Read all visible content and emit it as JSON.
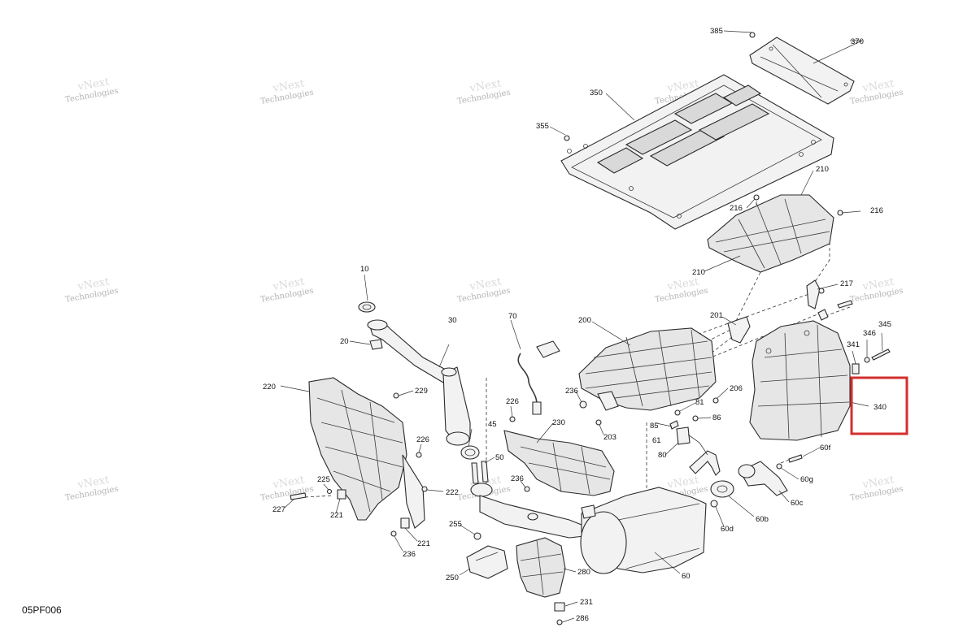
{
  "figure_code": "05PF006",
  "watermark_line1": "vNext",
  "watermark_line2": "Technologies",
  "highlight_color": "#d32f2f",
  "callouts": {
    "c385": "385",
    "c370": "370",
    "c350": "350",
    "c355": "355",
    "c210a": "210",
    "c216a": "216",
    "c216b": "216",
    "c210b": "210",
    "c10": "10",
    "c30": "30",
    "c20": "20",
    "c70": "70",
    "c200": "200",
    "c201": "201",
    "c217": "217",
    "c345": "345",
    "c346": "346",
    "c341": "341",
    "c340": "340",
    "c220": "220",
    "c229": "229",
    "c226a": "226",
    "c226b": "226",
    "c45": "45",
    "c230": "230",
    "c236a": "236",
    "c206": "206",
    "c81": "81",
    "c86": "86",
    "c85": "85",
    "c61": "61",
    "c80": "80",
    "c203": "203",
    "c50": "50",
    "c236b": "236",
    "c225": "225",
    "c227": "227",
    "c221a": "221",
    "c222": "222",
    "c221b": "221",
    "c236c": "236",
    "c255": "255",
    "c250": "250",
    "c280": "280",
    "c231": "231",
    "c286": "286",
    "c60": "60",
    "c60d": "60d",
    "c60b": "60b",
    "c60c": "60c",
    "c60g": "60g",
    "c60f": "60f"
  }
}
